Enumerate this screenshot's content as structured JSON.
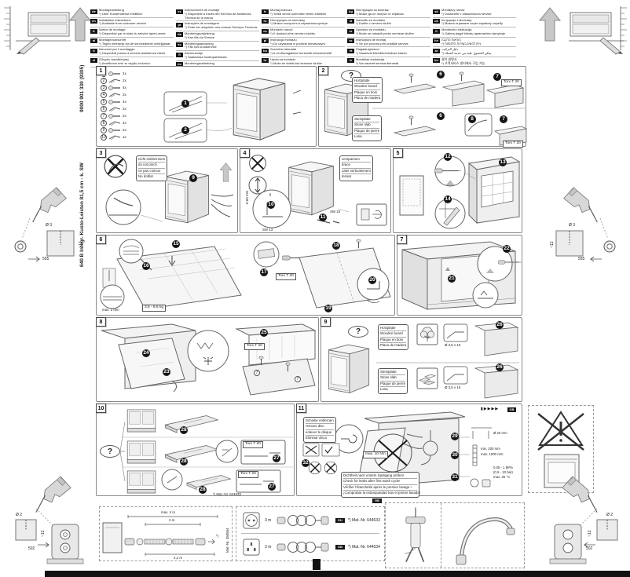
{
  "page": {
    "code_vertical": "640 B Integr. Kusto-Leisten 81,5 cm - k. SW",
    "doc_vertical": "9000 901 330 (9305)"
  },
  "languages": {
    "columns": [
      [
        {
          "code": "de",
          "l1": "Montageanleitung",
          "l2": "*) Über Kundendienst erhältlich"
        },
        {
          "code": "en",
          "l1": "Installation instructions",
          "l2": "*) Available from customer service"
        },
        {
          "code": "fr",
          "l1": "Notice de montage",
          "l2": "*) Disponible par le biais du service après-vente"
        },
        {
          "code": "nl",
          "l1": "Montagevoorschrift",
          "l2": "*) Tegen meerprijs via de servicedienst verkrijgbaar"
        },
        {
          "code": "it",
          "l1": "Istruzioni per il montaggio",
          "l2": "*) Disponibili presso il servizio assistenza clienti"
        },
        {
          "code": "el",
          "l1": "Οδηγίες τοποθέτησης",
          "l2": "*) Διατίθενται από το σέρβις πελατών"
        }
      ],
      [
        {
          "code": "es",
          "l1": "Instrucciones de montaje",
          "l2": "*) Disponible a través del Servicio de Asistencia Técnica de la marca"
        },
        {
          "code": "pt",
          "l1": "Instruções de montagem",
          "l2": "*) Pode ser adquirido nos nossos Serviços Técnicos"
        },
        {
          "code": "da",
          "l1": "Monteringsvejledning",
          "l2": "*) Kan fås via Service"
        },
        {
          "code": "sv",
          "l1": "Monteringsanvisning",
          "l2": "*) Fås hos kundservice"
        },
        {
          "code": "fi",
          "l1": "Asennusohje",
          "l2": "*) Saatavissa huoltopalvelusta"
        },
        {
          "code": "no",
          "l1": "Monteringsveiledning",
          "l2": "*) Kan fåes hos service/forhandleren"
        }
      ],
      [
        {
          "code": "tr",
          "l1": "Montaj kılavuzu",
          "l2": "*) Yetkili servis üzerinden temin edilebilir"
        },
        {
          "code": "ru",
          "l1": "Инструкция по монтажу",
          "l2": "*) Можно получить в сервисном центре"
        },
        {
          "code": "cs",
          "l1": "Montážní návod",
          "l2": "*) K dostání přes servisní službu"
        },
        {
          "code": "pl",
          "l1": "Instrukcja montażu",
          "l2": "*) Do uzyskania w punkcie serwisowym"
        },
        {
          "code": "hu",
          "l1": "Szerelési útmutató",
          "l2": "*) A vevőszolgálaton keresztül beszerezhető"
        },
        {
          "code": "hr",
          "l1": "Uputa za montažu",
          "l2": "*) Može se dobiti kod servisne službe"
        }
      ],
      [
        {
          "code": "bg",
          "l1": "Инструкция за монтаж",
          "l2": "*) Може да се получи от сервиза"
        },
        {
          "code": "sl",
          "l1": "Navodilo za montažo",
          "l2": "*) Dobite v servisni službi"
        },
        {
          "code": "sr",
          "l1": "Uputstvo za montažu",
          "l2": "*) Može se nabaviti preko servisne službe"
        },
        {
          "code": "ro",
          "l1": "Instrucţiuni de montaj",
          "l2": "*) Se pot procura prin unităţile service"
        },
        {
          "code": "et",
          "l1": "Paigaldusjuhend",
          "l2": "*) Saadaval klienditeeninduse kaudu"
        },
        {
          "code": "lv",
          "l1": "Montāžas instrukcija",
          "l2": "*) Var saņemt servisa dienestā"
        }
      ],
      [
        {
          "code": "sk",
          "l1": "Montážny návod",
          "l2": "*) Dostanete v zákazníckom servise"
        },
        {
          "code": "uk",
          "l1": "Інструкція з монтажу",
          "l2": "*) Можна отримати через сервісну службу"
        },
        {
          "code": "lt",
          "l1": "Montavimo instrukcija",
          "l2": "*) Galima įsigyti klientų aptarnavimo tarnyboje"
        },
        {
          "code": "he",
          "l1": "הוראות הרכבה",
          "l2": "*) ניתן להשיג בשירות הלקוחות"
        },
        {
          "code": "ar",
          "l1": "دليل التركيب",
          "l2": "*) يمكن الحصول عليه من خدمة العملاء"
        },
        {
          "code": "ko",
          "l1": "설치 설명서",
          "l2": "*) 고객서비스 센터에서 구입 가능"
        }
      ]
    ]
  },
  "panels": {
    "p1": {
      "num": "1",
      "insets": [
        "1",
        "2"
      ],
      "parts": [
        {
          "n": "1",
          "c": "1x"
        },
        {
          "n": "2",
          "c": "2x"
        },
        {
          "n": "3",
          "c": "4x"
        },
        {
          "n": "4",
          "c": "2x"
        },
        {
          "n": "5",
          "c": "4x"
        },
        {
          "n": "6",
          "c": "2x"
        },
        {
          "n": "7",
          "c": "2x"
        },
        {
          "n": "8",
          "c": "4x"
        },
        {
          "n": "9",
          "c": "2x"
        },
        {
          "n": "10",
          "c": "1x"
        }
      ]
    },
    "p2": {
      "num": "2",
      "q": "?",
      "torx": "Torx T 20",
      "s6": "6",
      "s7": "7",
      "s8": "8",
      "wood": [
        "Holzplatte",
        "Wooden board",
        "Plaque en bois",
        "Placa de madera"
      ],
      "stone": [
        "Steinplatte",
        "Stone slab",
        "Plaque de pierre",
        "Losa"
      ]
    },
    "p3": {
      "num": "3",
      "s9": "9",
      "note": [
        "nicht einklemmen",
        "do not pinch",
        "ne pas coincer",
        "No doblar"
      ]
    },
    "p4": {
      "num": "4",
      "s10": "10",
      "s11": "11",
      "sw13": "SW 13",
      "sw10": "SW 10",
      "range": "0-60 mm",
      "note": [
        "verspannen",
        "brace",
        "caler verticalement",
        "tensar"
      ]
    },
    "p5": {
      "num": "5",
      "s12": "12",
      "s13": "13",
      "s14": "14"
    },
    "p6": {
      "num": "6",
      "s15": "15",
      "s16": "16",
      "s17": "17",
      "s18": "18",
      "s19": "19",
      "s20": "20",
      "weight": "3,5 - 8,5 kg",
      "maxgap": "max. 2 mm",
      "torx": "Torx T 20"
    },
    "p7": {
      "num": "7",
      "s21": "21",
      "s22": "22"
    },
    "p8": {
      "num": "8",
      "s23": "23",
      "s24": "24",
      "s25": "25",
      "torx": "Torx T 20",
      "part7": "7"
    },
    "p9": {
      "num": "9",
      "q": "?",
      "s26": "26",
      "screw": "Ø 3,5 x 16",
      "wood": [
        "Holzplatte",
        "Wooden board",
        "Plaque en bois",
        "Placa de madera"
      ],
      "stone": [
        "Steinplatte",
        "Stone slab",
        "Plaque de pierre",
        "Losa"
      ]
    },
    "p10": {
      "num": "10",
      "q": "?",
      "s27": "27",
      "s28": "28",
      "torx": "Torx T 20",
      "matnr": "*) Mat.-Nr. 644933"
    },
    "p11": {
      "num": "11",
      "s29": "29",
      "s30": "30",
      "s31": "31",
      "s32": "32",
      "gb": "GB",
      "note": [
        "Scheibe entfernen",
        "remove disc",
        "enlever le disque",
        "Eliminar disco"
      ],
      "torque": "max. 10 Nm",
      "dia": "Ø 20 mm",
      "hmin": "min. 200 mm",
      "hmax": "max. 1000 mm",
      "press1": "0,05 - 1 MPa",
      "press2": "(0,5 - 10 bar)",
      "temp": "max. 25 °C",
      "check": [
        "Dichtheit nach erstem Spülgang prüfen!",
        "Check for leaks after first wash cycle!",
        "Vérifier l'étanchéité après le premier lavage !",
        "¡Comprobar la estanqueidad tras el primer lavado!"
      ]
    }
  },
  "bottom": {
    "hose": {
      "d1": "max. 4 m",
      "d2": "2 m",
      "d3": "2,2 m",
      "mat": "Mat.-Nr. 350564",
      "star": "*)"
    },
    "plugs": [
      {
        "len": "3 m",
        "badge": "EU",
        "mat": "*) Mat.-Nr. 644533"
      },
      {
        "len": "3 m",
        "badge": "GB",
        "mat": "*) Mat.-Nr. 644534"
      }
    ],
    "gbbadge": "GB"
  },
  "corners": {
    "drill_mid": {
      "dia": "Ø 3",
      "depth": "~12",
      "dim": "555"
    },
    "drill_bottom": {
      "dia": "Ø 2",
      "depth": "~12",
      "dim": "502"
    }
  }
}
